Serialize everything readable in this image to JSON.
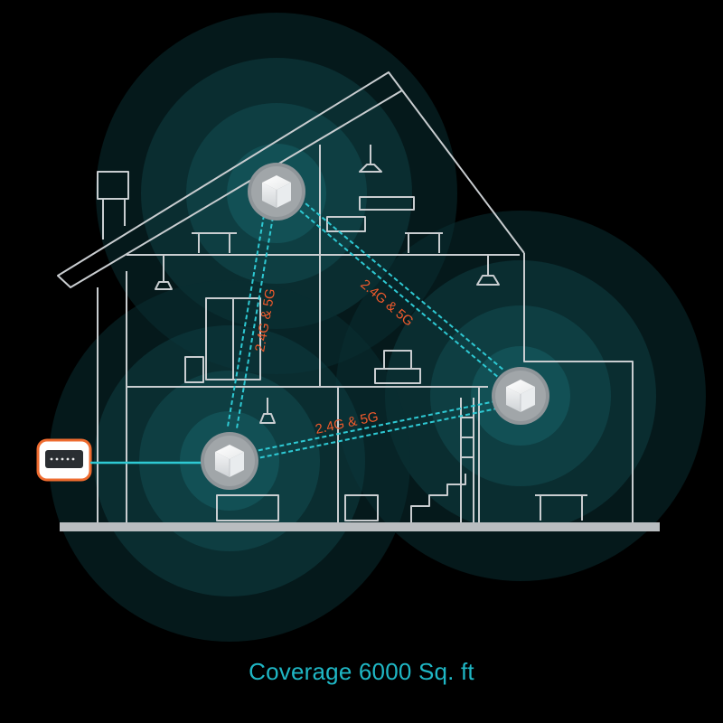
{
  "caption": "Coverage 6000 Sq. ft",
  "links": {
    "top_to_right": "2.4G & 5G",
    "top_to_bottom": "2.4G & 5G",
    "bottom_to_right": "2.4G & 5G"
  },
  "colors": {
    "background": "#000000",
    "house_line": "#c9cdd0",
    "link": "#2ec9d3",
    "label": "#f05a2c",
    "glow": "#0f4f55",
    "caption": "#1fb7c5",
    "node_ring": "#8f9599",
    "node_face": "#ffffff"
  },
  "icons": {
    "mesh_node": "mesh-unit-icon",
    "modem": "modem-icon"
  }
}
